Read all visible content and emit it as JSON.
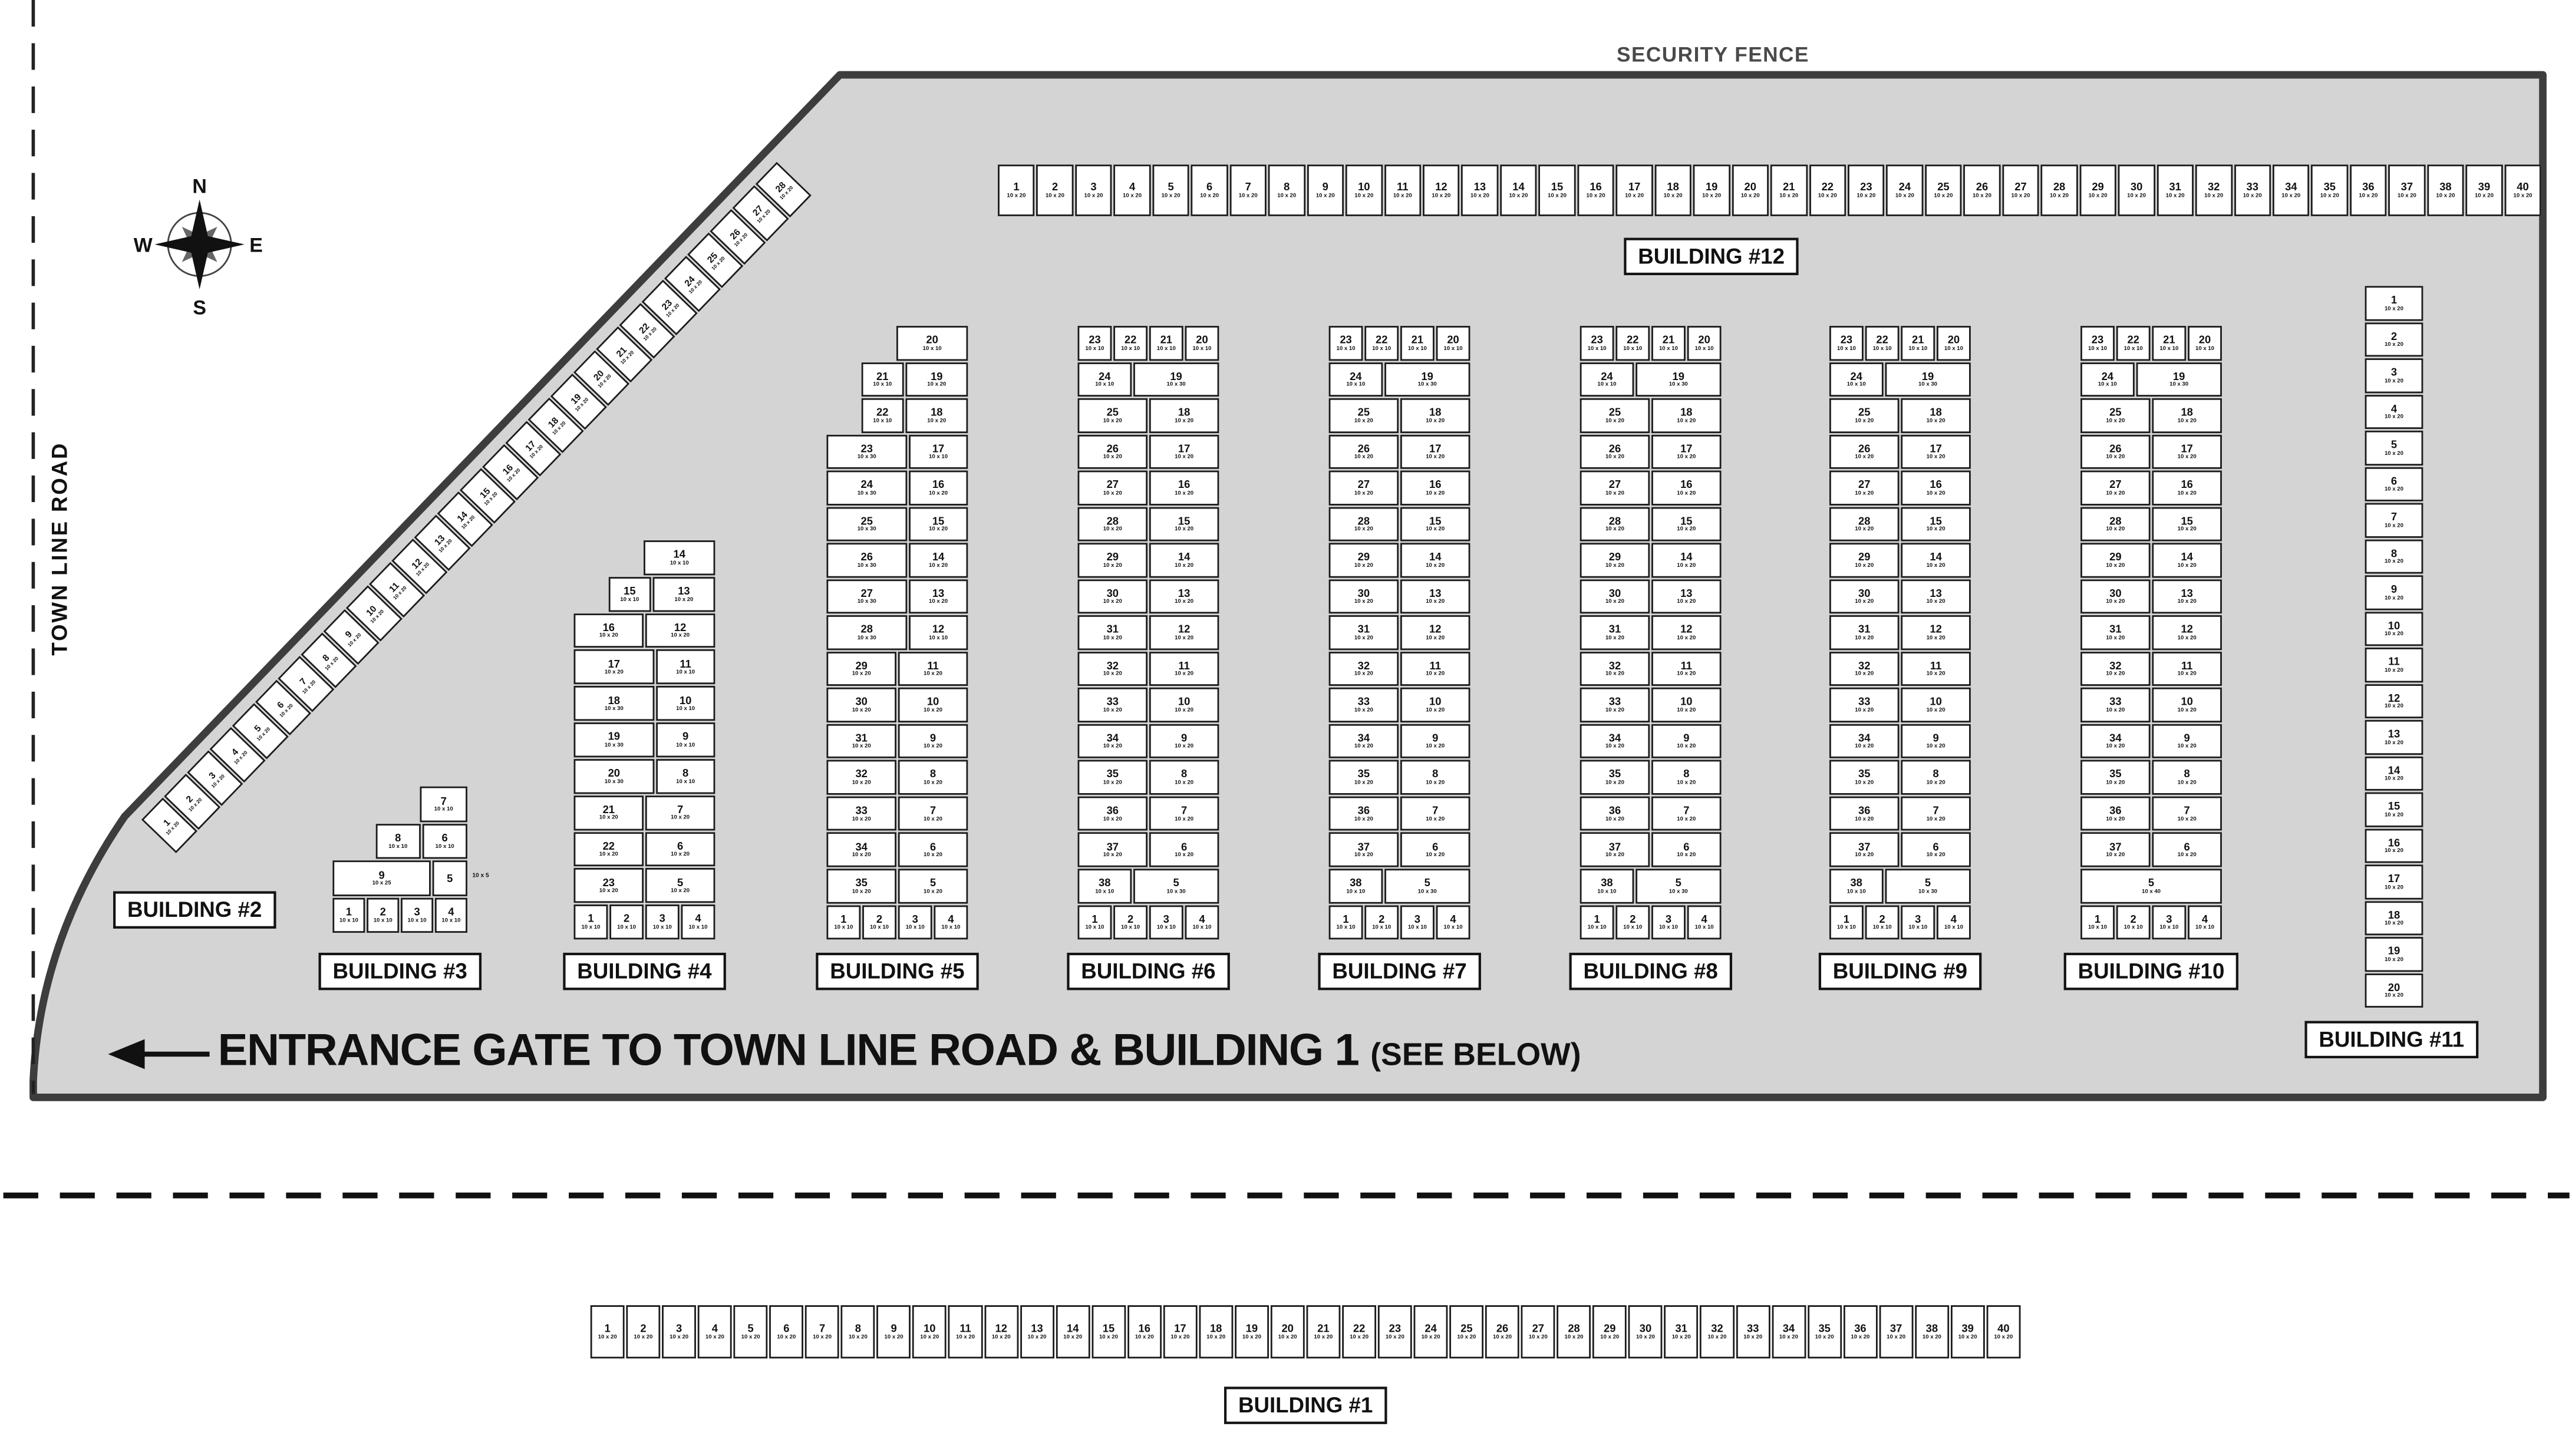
{
  "page": {
    "security_fence": "SECURITY FENCE",
    "town_line_road": "TOWN LINE ROAD",
    "entrance_main": "ENTRANCE GATE TO TOWN LINE ROAD & BUILDING 1",
    "entrance_note": "(SEE BELOW)",
    "compass": {
      "n": "N",
      "e": "E",
      "s": "S",
      "w": "W"
    }
  },
  "colors": {
    "yard": "#d4d4d4",
    "fence": "#3d3d3d",
    "unit_border": "#1c1c1c",
    "fence_label_text": "#4a4a4a"
  },
  "row_templates": {
    "standard": [
      {
        "cells": [
          {
            "n": "23",
            "s": "10 x 10"
          },
          {
            "n": "22",
            "s": "10 x 10"
          },
          {
            "n": "21",
            "s": "10 x 10"
          },
          {
            "n": "20",
            "s": "10 x 10"
          }
        ]
      },
      {
        "cells": [
          {
            "n": "24",
            "s": "10 x 10",
            "w": 0.38
          },
          {
            "n": "19",
            "s": "10 x 30",
            "w": 0.62
          }
        ]
      },
      {
        "cells": [
          {
            "n": "25",
            "s": "10 x 20"
          },
          {
            "n": "18",
            "s": "10 x 20"
          }
        ]
      },
      {
        "cells": [
          {
            "n": "26",
            "s": "10 x 20"
          },
          {
            "n": "17",
            "s": "10 x 20"
          }
        ]
      },
      {
        "cells": [
          {
            "n": "27",
            "s": "10 x 20"
          },
          {
            "n": "16",
            "s": "10 x 20"
          }
        ]
      },
      {
        "cells": [
          {
            "n": "28",
            "s": "10 x 20"
          },
          {
            "n": "15",
            "s": "10 x 20"
          }
        ]
      },
      {
        "cells": [
          {
            "n": "29",
            "s": "10 x 20"
          },
          {
            "n": "14",
            "s": "10 x 20"
          }
        ]
      },
      {
        "cells": [
          {
            "n": "30",
            "s": "10 x 20"
          },
          {
            "n": "13",
            "s": "10 x 20"
          }
        ]
      },
      {
        "cells": [
          {
            "n": "31",
            "s": "10 x 20"
          },
          {
            "n": "12",
            "s": "10 x 20"
          }
        ]
      },
      {
        "cells": [
          {
            "n": "32",
            "s": "10 x 20"
          },
          {
            "n": "11",
            "s": "10 x 20"
          }
        ]
      },
      {
        "cells": [
          {
            "n": "33",
            "s": "10 x 20"
          },
          {
            "n": "10",
            "s": "10 x 20"
          }
        ]
      },
      {
        "cells": [
          {
            "n": "34",
            "s": "10 x 20"
          },
          {
            "n": "9",
            "s": "10 x 20"
          }
        ]
      },
      {
        "cells": [
          {
            "n": "35",
            "s": "10 x 20"
          },
          {
            "n": "8",
            "s": "10 x 20"
          }
        ]
      },
      {
        "cells": [
          {
            "n": "36",
            "s": "10 x 20"
          },
          {
            "n": "7",
            "s": "10 x 20"
          }
        ]
      },
      {
        "cells": [
          {
            "n": "37",
            "s": "10 x 20"
          },
          {
            "n": "6",
            "s": "10 x 20"
          }
        ]
      },
      {
        "cells": [
          {
            "n": "38",
            "s": "10 x 10",
            "w": 0.38
          },
          {
            "n": "5",
            "s": "10 x 30",
            "w": 0.62
          }
        ]
      },
      {
        "cells": [
          {
            "n": "1",
            "s": "10 x 10"
          },
          {
            "n": "2",
            "s": "10 x 10"
          },
          {
            "n": "3",
            "s": "10 x 10"
          },
          {
            "n": "4",
            "s": "10 x 10"
          }
        ]
      }
    ]
  },
  "buildings": {
    "b1": {
      "label": "BUILDING #1",
      "units": {
        "from": 1,
        "to": 40,
        "size": "10 x 20"
      }
    },
    "b2": {
      "label": "BUILDING #2",
      "units": {
        "from": 1,
        "to": 28,
        "size": "10 x 20"
      }
    },
    "b3": {
      "label": "BUILDING #3",
      "annotation": "10 x 5",
      "rows": [
        {
          "inset": 0.66,
          "cells": [
            {
              "n": "7",
              "s": "10 x 10"
            }
          ]
        },
        {
          "inset": 0.33,
          "cells": [
            {
              "n": "8",
              "s": "10 x 10"
            },
            {
              "n": "6",
              "s": "10 x 10"
            }
          ]
        },
        {
          "cells": [
            {
              "n": "9",
              "s": "10 x 25",
              "w": 0.75
            },
            {
              "n": "5",
              "s": "",
              "w": 0.25
            }
          ]
        },
        {
          "cells": [
            {
              "n": "1",
              "s": "10 x 10"
            },
            {
              "n": "2",
              "s": "10 x 10"
            },
            {
              "n": "3",
              "s": "10 x 10"
            },
            {
              "n": "4",
              "s": "10 x 10"
            }
          ]
        }
      ]
    },
    "b4": {
      "label": "BUILDING #4",
      "rows": [
        {
          "inset": 0.5,
          "cells": [
            {
              "n": "14",
              "s": "10 x 10"
            }
          ]
        },
        {
          "inset": 0.25,
          "cells": [
            {
              "n": "15",
              "s": "10 x 10",
              "w": 0.4
            },
            {
              "n": "13",
              "s": "10 x 20",
              "w": 0.6
            }
          ]
        },
        {
          "cells": [
            {
              "n": "16",
              "s": "10 x 20"
            },
            {
              "n": "12",
              "s": "10 x 20"
            }
          ]
        },
        {
          "cells": [
            {
              "n": "17",
              "s": "10 x 20",
              "w": 0.58
            },
            {
              "n": "11",
              "s": "10 x 10",
              "w": 0.42
            }
          ]
        },
        {
          "cells": [
            {
              "n": "18",
              "s": "10 x 30",
              "w": 0.58
            },
            {
              "n": "10",
              "s": "10 x 10",
              "w": 0.42
            }
          ]
        },
        {
          "cells": [
            {
              "n": "19",
              "s": "10 x 30",
              "w": 0.58
            },
            {
              "n": "9",
              "s": "10 x 10",
              "w": 0.42
            }
          ]
        },
        {
          "cells": [
            {
              "n": "20",
              "s": "10 x 30",
              "w": 0.58
            },
            {
              "n": "8",
              "s": "10 x 10",
              "w": 0.42
            }
          ]
        },
        {
          "cells": [
            {
              "n": "21",
              "s": "10 x 20"
            },
            {
              "n": "7",
              "s": "10 x 20"
            }
          ]
        },
        {
          "cells": [
            {
              "n": "22",
              "s": "10 x 20"
            },
            {
              "n": "6",
              "s": "10 x 20"
            }
          ]
        },
        {
          "cells": [
            {
              "n": "23",
              "s": "10 x 20"
            },
            {
              "n": "5",
              "s": "10 x 20"
            }
          ]
        },
        {
          "cells": [
            {
              "n": "1",
              "s": "10 x 10"
            },
            {
              "n": "2",
              "s": "10 x 10"
            },
            {
              "n": "3",
              "s": "10 x 10"
            },
            {
              "n": "4",
              "s": "10 x 10"
            }
          ]
        }
      ]
    },
    "b5": {
      "label": "BUILDING #5",
      "rows": [
        {
          "inset": 0.5,
          "cells": [
            {
              "n": "20",
              "s": "10 x 10"
            }
          ]
        },
        {
          "inset": 0.25,
          "cells": [
            {
              "n": "21",
              "s": "10 x 10",
              "w": 0.4
            },
            {
              "n": "19",
              "s": "10 x 20",
              "w": 0.6
            }
          ]
        },
        {
          "inset": 0.25,
          "cells": [
            {
              "n": "22",
              "s": "10 x 10",
              "w": 0.4
            },
            {
              "n": "18",
              "s": "10 x 20",
              "w": 0.6
            }
          ]
        },
        {
          "cells": [
            {
              "n": "23",
              "s": "10 x 30",
              "w": 0.58
            },
            {
              "n": "17",
              "s": "10 x 10",
              "w": 0.42
            }
          ]
        },
        {
          "cells": [
            {
              "n": "24",
              "s": "10 x 30",
              "w": 0.58
            },
            {
              "n": "16",
              "s": "10 x 20",
              "w": 0.42
            }
          ]
        },
        {
          "cells": [
            {
              "n": "25",
              "s": "10 x 30",
              "w": 0.58
            },
            {
              "n": "15",
              "s": "10 x 20",
              "w": 0.42
            }
          ]
        },
        {
          "cells": [
            {
              "n": "26",
              "s": "10 x 30",
              "w": 0.58
            },
            {
              "n": "14",
              "s": "10 x 20",
              "w": 0.42
            }
          ]
        },
        {
          "cells": [
            {
              "n": "27",
              "s": "10 x 30",
              "w": 0.58
            },
            {
              "n": "13",
              "s": "10 x 20",
              "w": 0.42
            }
          ]
        },
        {
          "cells": [
            {
              "n": "28",
              "s": "10 x 30",
              "w": 0.58
            },
            {
              "n": "12",
              "s": "10 x 10",
              "w": 0.42
            }
          ]
        },
        {
          "cells": [
            {
              "n": "29",
              "s": "10 x 20"
            },
            {
              "n": "11",
              "s": "10 x 20"
            }
          ]
        },
        {
          "cells": [
            {
              "n": "30",
              "s": "10 x 20"
            },
            {
              "n": "10",
              "s": "10 x 20"
            }
          ]
        },
        {
          "cells": [
            {
              "n": "31",
              "s": "10 x 20"
            },
            {
              "n": "9",
              "s": "10 x 20"
            }
          ]
        },
        {
          "cells": [
            {
              "n": "32",
              "s": "10 x 20"
            },
            {
              "n": "8",
              "s": "10 x 20"
            }
          ]
        },
        {
          "cells": [
            {
              "n": "33",
              "s": "10 x 20"
            },
            {
              "n": "7",
              "s": "10 x 20"
            }
          ]
        },
        {
          "cells": [
            {
              "n": "34",
              "s": "10 x 20"
            },
            {
              "n": "6",
              "s": "10 x 20"
            }
          ]
        },
        {
          "cells": [
            {
              "n": "35",
              "s": "10 x 20"
            },
            {
              "n": "5",
              "s": "10 x 20"
            }
          ]
        },
        {
          "cells": [
            {
              "n": "1",
              "s": "10 x 10"
            },
            {
              "n": "2",
              "s": "10 x 10"
            },
            {
              "n": "3",
              "s": "10 x 10"
            },
            {
              "n": "4",
              "s": "10 x 10"
            }
          ]
        }
      ]
    },
    "b6": {
      "label": "BUILDING #6",
      "rows_ref": "standard"
    },
    "b7": {
      "label": "BUILDING #7",
      "rows_ref": "standard"
    },
    "b8": {
      "label": "BUILDING #8",
      "rows_ref": "standard"
    },
    "b9": {
      "label": "BUILDING #9",
      "rows_ref": "standard"
    },
    "b10": {
      "label": "BUILDING #10",
      "rows_ref": "standard",
      "row_overrides": {
        "15": {
          "cells": [
            {
              "n": "5",
              "s": "10 x 40",
              "w": 1
            }
          ]
        }
      }
    },
    "b11": {
      "label": "BUILDING #11",
      "units": {
        "from": 1,
        "to": 20,
        "size": "10 x 20"
      }
    },
    "b12": {
      "label": "BUILDING #12",
      "units": {
        "from": 1,
        "to": 40,
        "size": "10 x 20"
      }
    }
  }
}
